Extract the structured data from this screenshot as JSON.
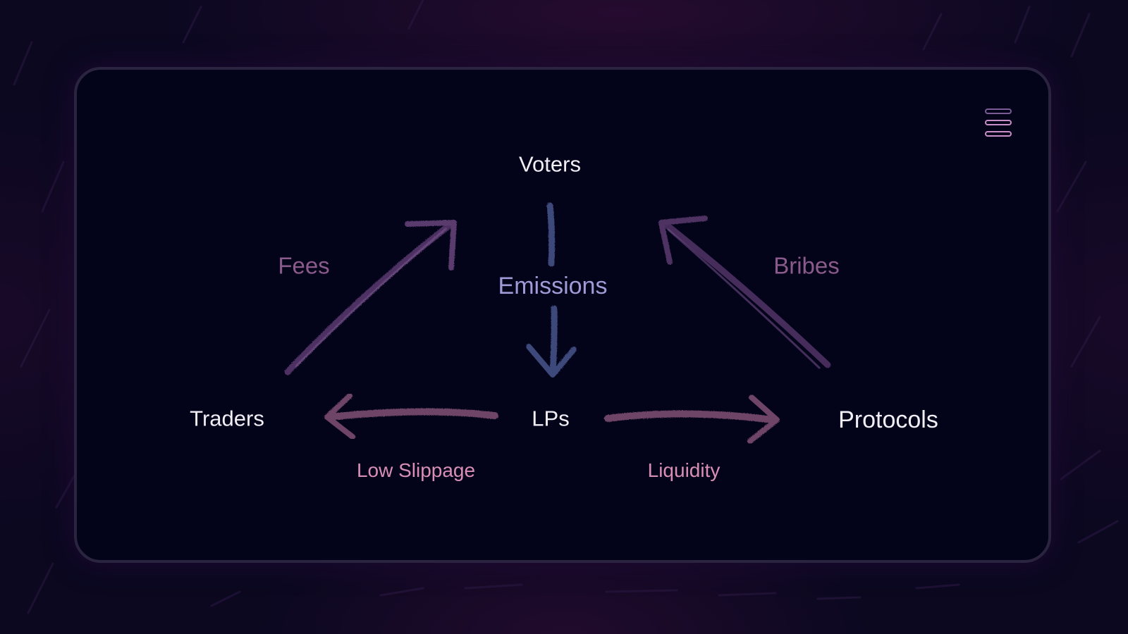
{
  "diagram": {
    "nodes": {
      "voters": "Voters",
      "traders": "Traders",
      "lps": "LPs",
      "protocols": "Protocols"
    },
    "flows": {
      "fees": "Fees",
      "emissions": "Emissions",
      "bribes": "Bribes",
      "low_slippage": "Low Slippage",
      "liquidity": "Liquidity"
    }
  },
  "header": {
    "menu_icon": "hamburger-menu-icon"
  },
  "colors": {
    "background": "#0b0820",
    "card_background": "#03031a",
    "card_border": "#2a2440",
    "node_text": "#f1eef6",
    "upper_flow_text": "#8a5a8a",
    "emissions_text": "#a29ad6",
    "lower_flow_text": "#d98fb5",
    "arrow_purple": "#5a3a6e",
    "arrow_blue": "#3e4a7a",
    "arrow_mauve": "#6e4466"
  }
}
